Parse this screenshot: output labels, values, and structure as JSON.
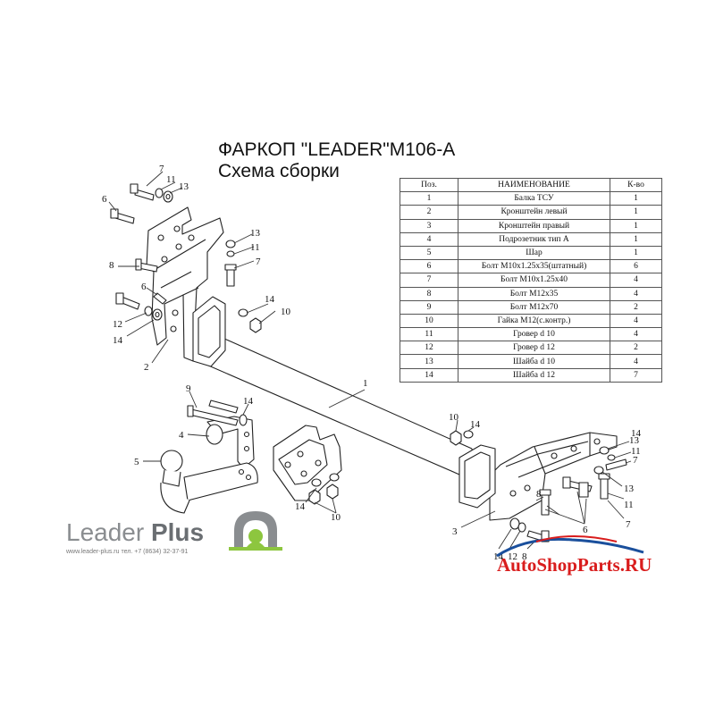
{
  "title": {
    "line1": "ФАРКОП \"LEADER\"M106-A",
    "line2": "Схема сборки"
  },
  "table": {
    "headers": [
      "Поз.",
      "НАИМЕНОВАНИЕ",
      "К-во"
    ],
    "rows": [
      [
        "1",
        "Балка ТСУ",
        "1"
      ],
      [
        "2",
        "Кронштейн левый",
        "1"
      ],
      [
        "3",
        "Кронштейн правый",
        "1"
      ],
      [
        "4",
        "Подрозетник тип А",
        "1"
      ],
      [
        "5",
        "Шар",
        "1"
      ],
      [
        "6",
        "Болт М10х1.25х35(штатный)",
        "6"
      ],
      [
        "7",
        "Болт М10х1.25х40",
        "4"
      ],
      [
        "8",
        "Болт М12х35",
        "4"
      ],
      [
        "9",
        "Болт М12х70",
        "2"
      ],
      [
        "10",
        "Гайка М12(с.контр.)",
        "4"
      ],
      [
        "11",
        "Гровер d 10",
        "4"
      ],
      [
        "12",
        "Гровер d 12",
        "2"
      ],
      [
        "13",
        "Шайба d 10",
        "4"
      ],
      [
        "14",
        "Шайба d 12",
        "7"
      ]
    ]
  },
  "callouts": {
    "c1": "1",
    "c2": "2",
    "c3": "3",
    "c4": "4",
    "c5": "5",
    "c6a": "6",
    "c6b": "6",
    "c6c": "6",
    "c7a": "7",
    "c7b": "7",
    "c7c": "7",
    "c7d": "7",
    "c8a": "8",
    "c8b": "8",
    "c8c": "8",
    "c9": "9",
    "c10a": "10",
    "c10b": "10",
    "c10c": "10",
    "c11a": "11",
    "c11b": "11",
    "c11c": "11",
    "c11d": "11",
    "c12a": "12",
    "c12b": "12",
    "c13a": "13",
    "c13b": "13",
    "c13c": "13",
    "c13d": "13",
    "c14a": "14",
    "c14b": "14",
    "c14c": "14",
    "c14d": "14",
    "c14e": "14",
    "c14f": "14",
    "c14g": "14"
  },
  "logo": {
    "brand_light": "Leader",
    "brand_bold": "Plus",
    "contact": "www.leader-plus.ru   тел. +7 (8634) 32-37-91"
  },
  "watermark": "AutoShopParts.RU",
  "colors": {
    "logo_green": "#8dc63f",
    "logo_gray": "#8a8d90",
    "watermark_red": "#d91d1d",
    "watermark_blue": "#1a4f9c"
  }
}
